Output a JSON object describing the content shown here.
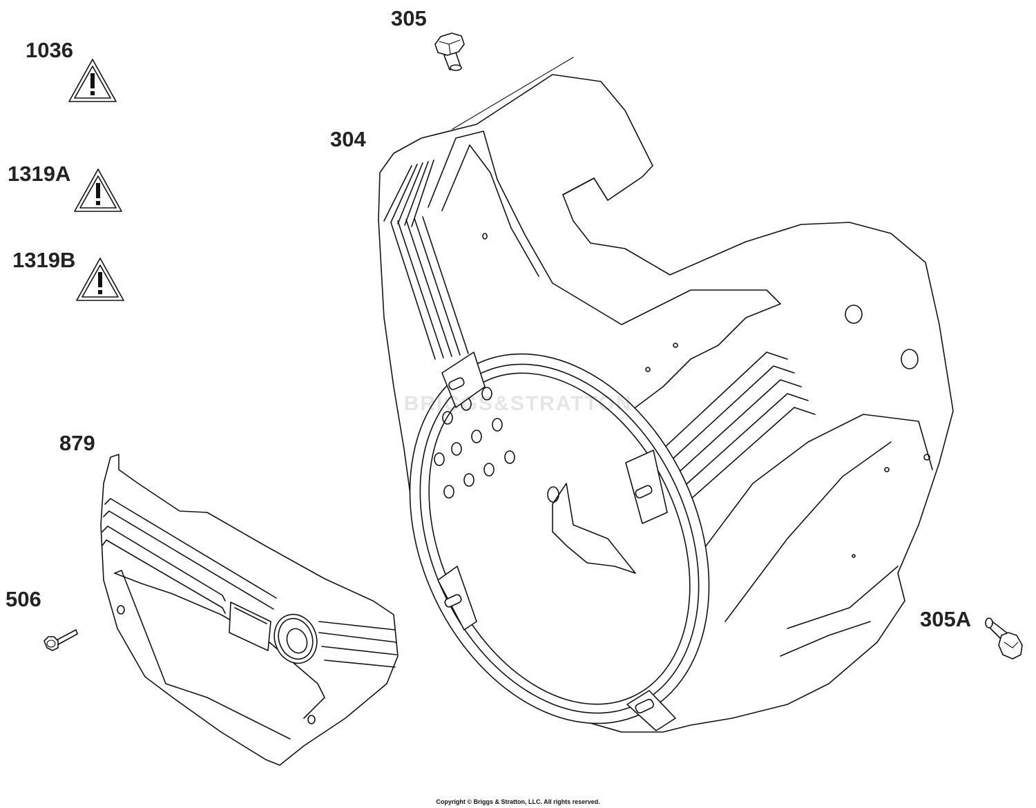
{
  "callouts": {
    "c1036": "1036",
    "c1319a": "1319A",
    "c1319b": "1319B",
    "c305": "305",
    "c304": "304",
    "c879": "879",
    "c506": "506",
    "c305a": "305A"
  },
  "watermark": "BRIGGS&STRATTON",
  "copyright": "Copyright © Briggs & Stratton, LLC. All rights reserved.",
  "icons": {
    "warning": "warning-triangle-icon"
  },
  "colors": {
    "line": "#111111",
    "background": "#ffffff"
  }
}
